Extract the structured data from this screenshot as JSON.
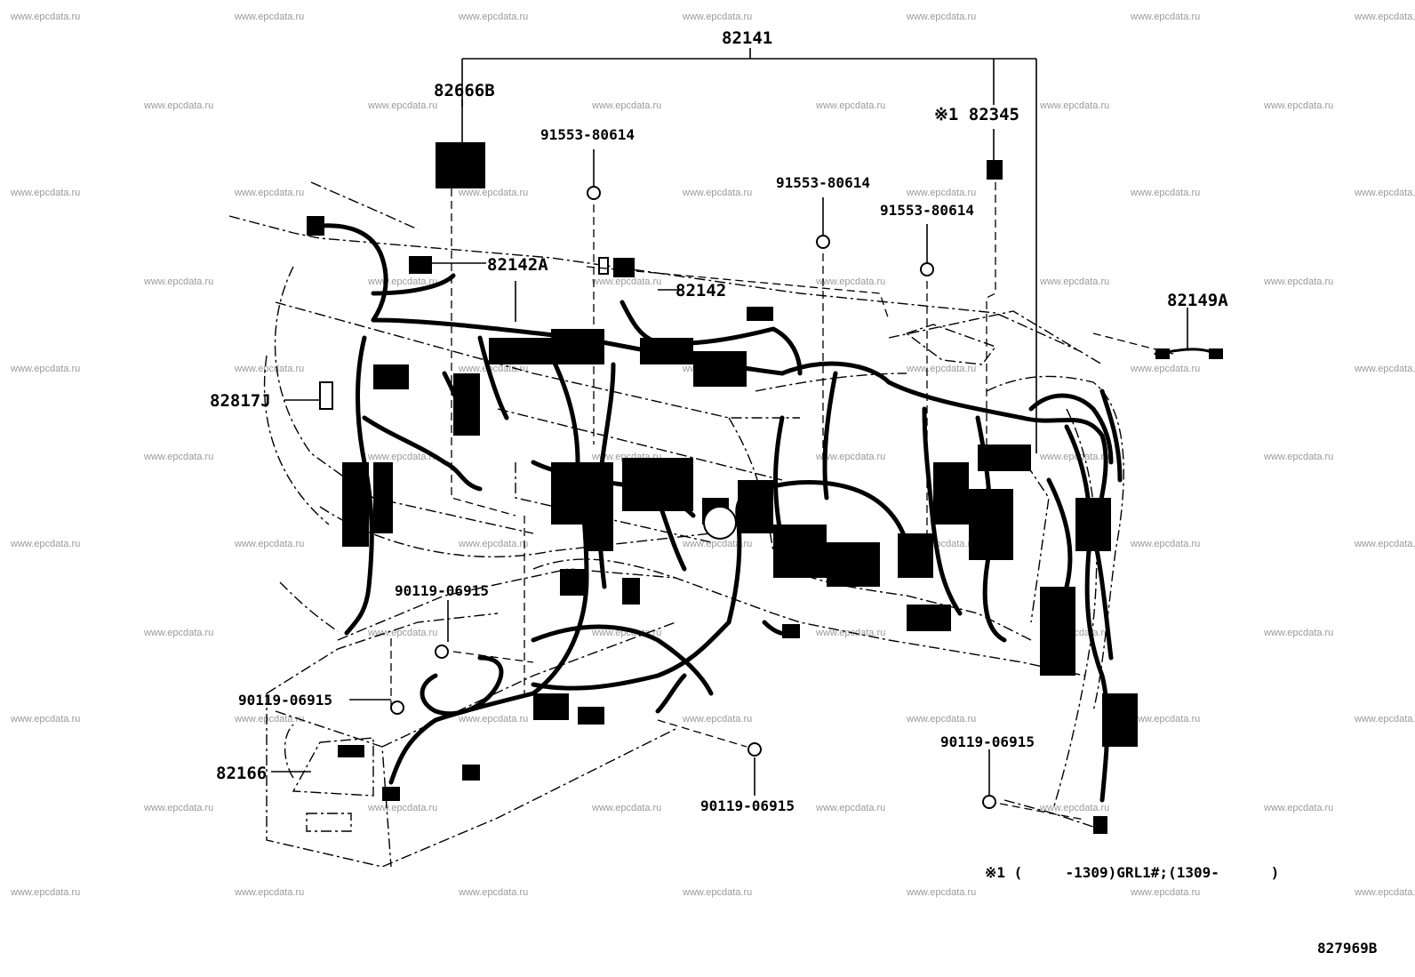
{
  "watermark": "www.epcdata.ru",
  "labels": {
    "p82141": "82141",
    "p82666B": "82666B",
    "p91553_a": "91553-80614",
    "p91553_b": "91553-80614",
    "p91553_c": "91553-80614",
    "p82345": "※1 82345",
    "p82142A": "82142A",
    "p82142": "82142",
    "p82149A": "82149A",
    "p82817J": "82817J",
    "p90119_a": "90119-06915",
    "p90119_b": "90119-06915",
    "p90119_c": "90119-06915",
    "p90119_d": "90119-06915",
    "p82166": "82166"
  },
  "footnote": "※1 (     -1309)GRL1#;(1309-      )",
  "diagram_id": "827969B"
}
